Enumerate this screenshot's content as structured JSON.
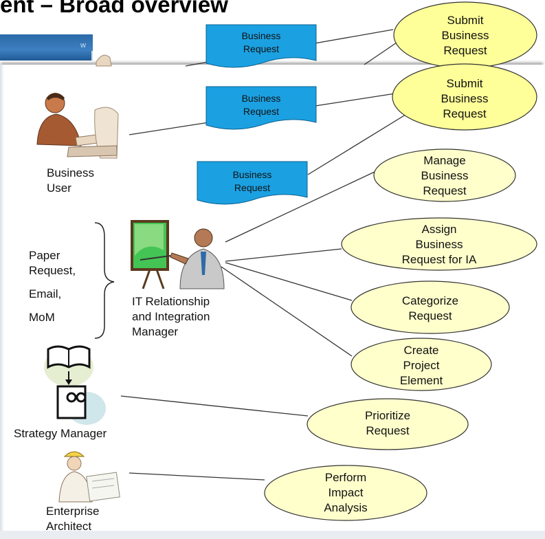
{
  "title": "ent – Broad overview",
  "back_slide_text": "w",
  "documents": [
    {
      "line1": "Business",
      "line2": "Request"
    },
    {
      "line1": "Business",
      "line2": "Request"
    },
    {
      "line1": "Business",
      "line2": "Request"
    }
  ],
  "use_cases": [
    {
      "lines": [
        "Submit",
        "Business",
        "Request"
      ]
    },
    {
      "lines": [
        "Submit",
        "Business",
        "Request"
      ]
    },
    {
      "lines": [
        "Manage",
        "Business",
        "Request"
      ]
    },
    {
      "lines": [
        "Assign",
        "Business",
        "Request for IA"
      ]
    },
    {
      "lines": [
        "Categorize",
        "Request"
      ]
    },
    {
      "lines": [
        "Create",
        "Project",
        "Element"
      ]
    },
    {
      "lines": [
        "Prioritize",
        "Request"
      ]
    },
    {
      "lines": [
        "Perform",
        "Impact",
        "Analysis"
      ]
    }
  ],
  "actors": {
    "business_user": {
      "line1": "Business",
      "line2": "User"
    },
    "it_manager": {
      "line1": "IT Relationship",
      "line2": "and Integration",
      "line3": "Manager"
    },
    "strategy_manager": {
      "line1": "Strategy Manager"
    },
    "enterprise_architect": {
      "line1": "Enterprise",
      "line2": "Architect"
    }
  },
  "inputs": {
    "line1": "Paper",
    "line2": "Request,",
    "line3": "Email,",
    "line4": "MoM"
  },
  "colors": {
    "ellipse_bright": "#ffff99",
    "ellipse_pale": "#ffffcc",
    "doc_fill": "#1ba1e2",
    "title": "#000000"
  }
}
